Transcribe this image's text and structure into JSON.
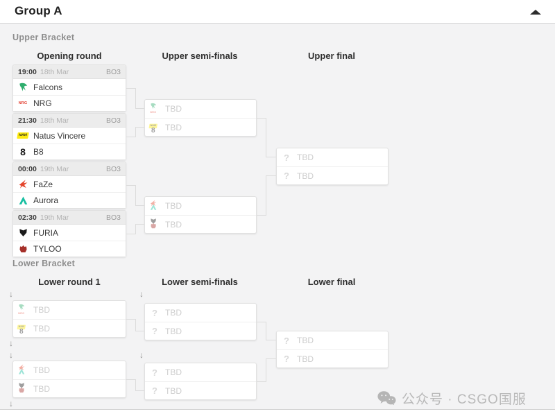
{
  "header": {
    "title": "Group A"
  },
  "icons": {
    "drop_arrow": "↓",
    "question": "?",
    "nrg": "NRG",
    "navi": "NAVI",
    "b8": "8"
  },
  "team_colors": {
    "falcons": "#2fae6e",
    "nrg": "#e34234",
    "navi_bg": "#fdea11",
    "navi_text": "#1c1c1c",
    "b8": "#141414",
    "faze": "#e4452c",
    "aurora": "#18bfa2",
    "furia": "#1b1b1b",
    "tyloo": "#a5302a"
  },
  "upper": {
    "label": "Upper Bracket",
    "columns": [
      "Opening round",
      "Upper semi-finals",
      "Upper final"
    ],
    "matches": [
      {
        "time": "19:00",
        "date": "18th Mar",
        "format": "BO3",
        "teams": [
          "Falcons",
          "NRG"
        ]
      },
      {
        "time": "21:30",
        "date": "18th Mar",
        "format": "BO3",
        "teams": [
          "Natus Vincere",
          "B8"
        ]
      },
      {
        "time": "00:00",
        "date": "19th Mar",
        "format": "BO3",
        "teams": [
          "FaZe",
          "Aurora"
        ]
      },
      {
        "time": "02:30",
        "date": "19th Mar",
        "format": "BO3",
        "teams": [
          "FURIA",
          "TYLOO"
        ]
      }
    ],
    "semi_finals": [
      [
        "TBD",
        "TBD"
      ],
      [
        "TBD",
        "TBD"
      ]
    ],
    "final": [
      "TBD",
      "TBD"
    ]
  },
  "lower": {
    "label": "Lower Bracket",
    "columns": [
      "Lower round 1",
      "Lower semi-finals",
      "Lower final"
    ],
    "round1": [
      [
        "TBD",
        "TBD"
      ],
      [
        "TBD",
        "TBD"
      ]
    ],
    "semi_finals": [
      [
        "TBD",
        "TBD"
      ],
      [
        "TBD",
        "TBD"
      ]
    ],
    "final": [
      "TBD",
      "TBD"
    ]
  },
  "watermark": {
    "text": "公众号 · CSGO国服"
  }
}
